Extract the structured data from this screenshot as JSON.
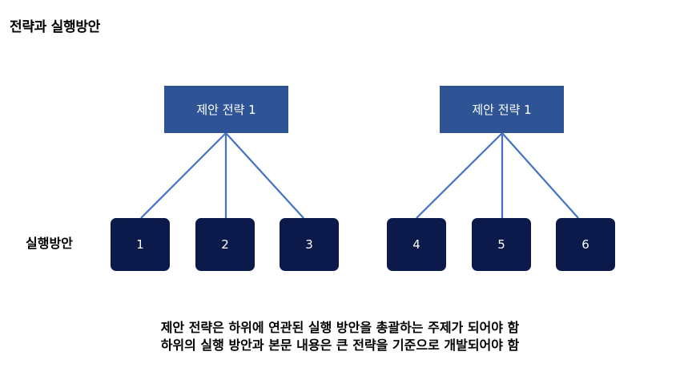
{
  "title": "전략과 실행방안",
  "strategies": [
    {
      "label": "제안 전략 1"
    },
    {
      "label": "제안 전략 1"
    }
  ],
  "plans": [
    {
      "label": "1"
    },
    {
      "label": "2"
    },
    {
      "label": "3"
    },
    {
      "label": "4"
    },
    {
      "label": "5"
    },
    {
      "label": "6"
    }
  ],
  "row_label": "실행방안",
  "caption": {
    "line1": "제안 전략은 하위에 연관된 실행 방안을 총괄하는 주제가 되어야 함",
    "line2": "하위의 실행 방안과 본문 내용은 큰 전략을 기준으로 개발되어야 함"
  },
  "colors": {
    "strategy_box": "#2F5496",
    "plan_box": "#0B1A4A",
    "connector": "#4472C4"
  }
}
